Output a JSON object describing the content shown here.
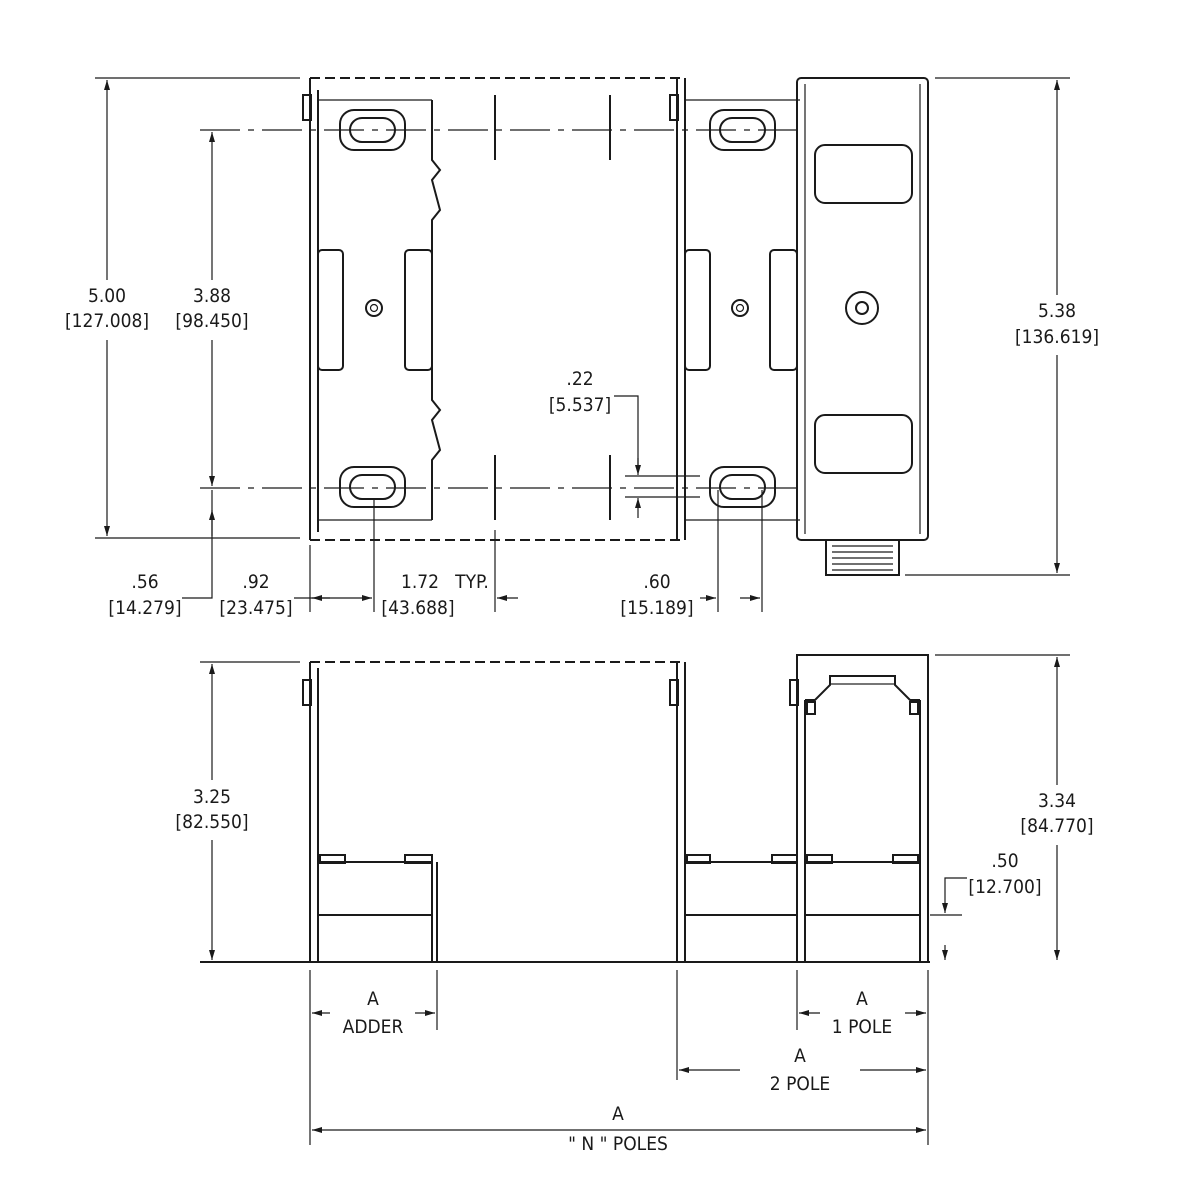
{
  "top_view": {
    "overall_height": {
      "in": "5.00",
      "mm": "[127.008]"
    },
    "slot_spacing": {
      "in": "3.88",
      "mm": "[98.450]"
    },
    "bottom_offset": {
      "in": ".56",
      "mm": "[14.279]"
    },
    "slot_x_offset": {
      "in": ".92",
      "mm": "[23.475]"
    },
    "pole_pitch": {
      "in": "1.72",
      "mm": "[43.688]",
      "note": "TYP."
    },
    "slot_offset": {
      "in": ".22",
      "mm": "[5.537]"
    },
    "slot_width": {
      "in": ".60",
      "mm": "[15.189]"
    },
    "height_with_terminal": {
      "in": "5.38",
      "mm": "[136.619]"
    }
  },
  "side_view": {
    "height": {
      "in": "3.25",
      "mm": "[82.550]"
    },
    "height_cap": {
      "in": "3.34",
      "mm": "[84.770]"
    },
    "base_height": {
      "in": ".50",
      "mm": "[12.700]"
    },
    "dim_adder": {
      "letter": "A",
      "label": "ADDER"
    },
    "dim_1pole": {
      "letter": "A",
      "label": "1 POLE"
    },
    "dim_2pole": {
      "letter": "A",
      "label": "2 POLE"
    },
    "dim_npoles": {
      "letter": "A",
      "label": "\" N \" POLES"
    }
  }
}
